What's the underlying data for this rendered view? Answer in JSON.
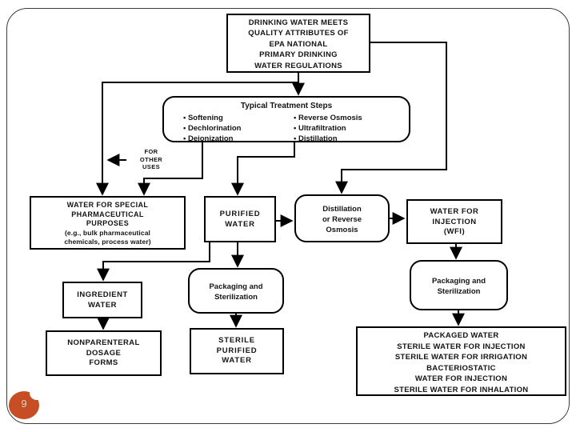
{
  "slide": {
    "page_number": "9",
    "accent_color": "#c74e24",
    "line_color": "#000000"
  },
  "flowchart": {
    "drinking_water": {
      "lines": [
        "DRINKING WATER MEETS",
        "QUALITY ATTRIBUTES OF",
        "EPA NATIONAL",
        "PRIMARY DRINKING",
        "WATER REGULATIONS"
      ]
    },
    "treatment": {
      "title": "Typical Treatment Steps",
      "left_items": [
        "• Softening",
        "• Dechlorination",
        "• Deionization"
      ],
      "right_items": [
        "• Reverse Osmosis",
        "• Ultrafiltration",
        "• Distillation"
      ]
    },
    "for_other_uses": {
      "lines": [
        "FOR",
        "OTHER",
        "USES"
      ]
    },
    "water_special": {
      "lines": [
        "WATER FOR SPECIAL",
        "PHARMACEUTICAL",
        "PURPOSES"
      ],
      "sublines": [
        "(e.g., bulk pharmaceutical",
        "chemicals, process water)"
      ]
    },
    "purified": {
      "lines": [
        "PURIFIED",
        "WATER"
      ]
    },
    "distillation": {
      "lines": [
        "Distillation",
        "or Reverse",
        "Osmosis"
      ]
    },
    "wfi": {
      "lines": [
        "WATER FOR",
        "INJECTION",
        "(WFI)"
      ]
    },
    "ingredient": {
      "lines": [
        "INGREDIENT",
        "WATER"
      ]
    },
    "packaging_mid": {
      "lines": [
        "Packaging and",
        "Sterilization"
      ]
    },
    "packaging_right": {
      "lines": [
        "Packaging and",
        "Sterilization"
      ]
    },
    "nonparenteral": {
      "lines": [
        "NONPARENTERAL",
        "DOSAGE",
        "FORMS"
      ]
    },
    "sterile_purified": {
      "lines": [
        "STERILE",
        "PURIFIED",
        "WATER"
      ]
    },
    "packaged": {
      "lines": [
        "PACKAGED WATER",
        "STERILE WATER FOR INJECTION",
        "STERILE WATER FOR IRRIGATION",
        "BACTERIOSTATIC",
        "WATER FOR INJECTION",
        "STERILE WATER FOR INHALATION"
      ]
    }
  }
}
